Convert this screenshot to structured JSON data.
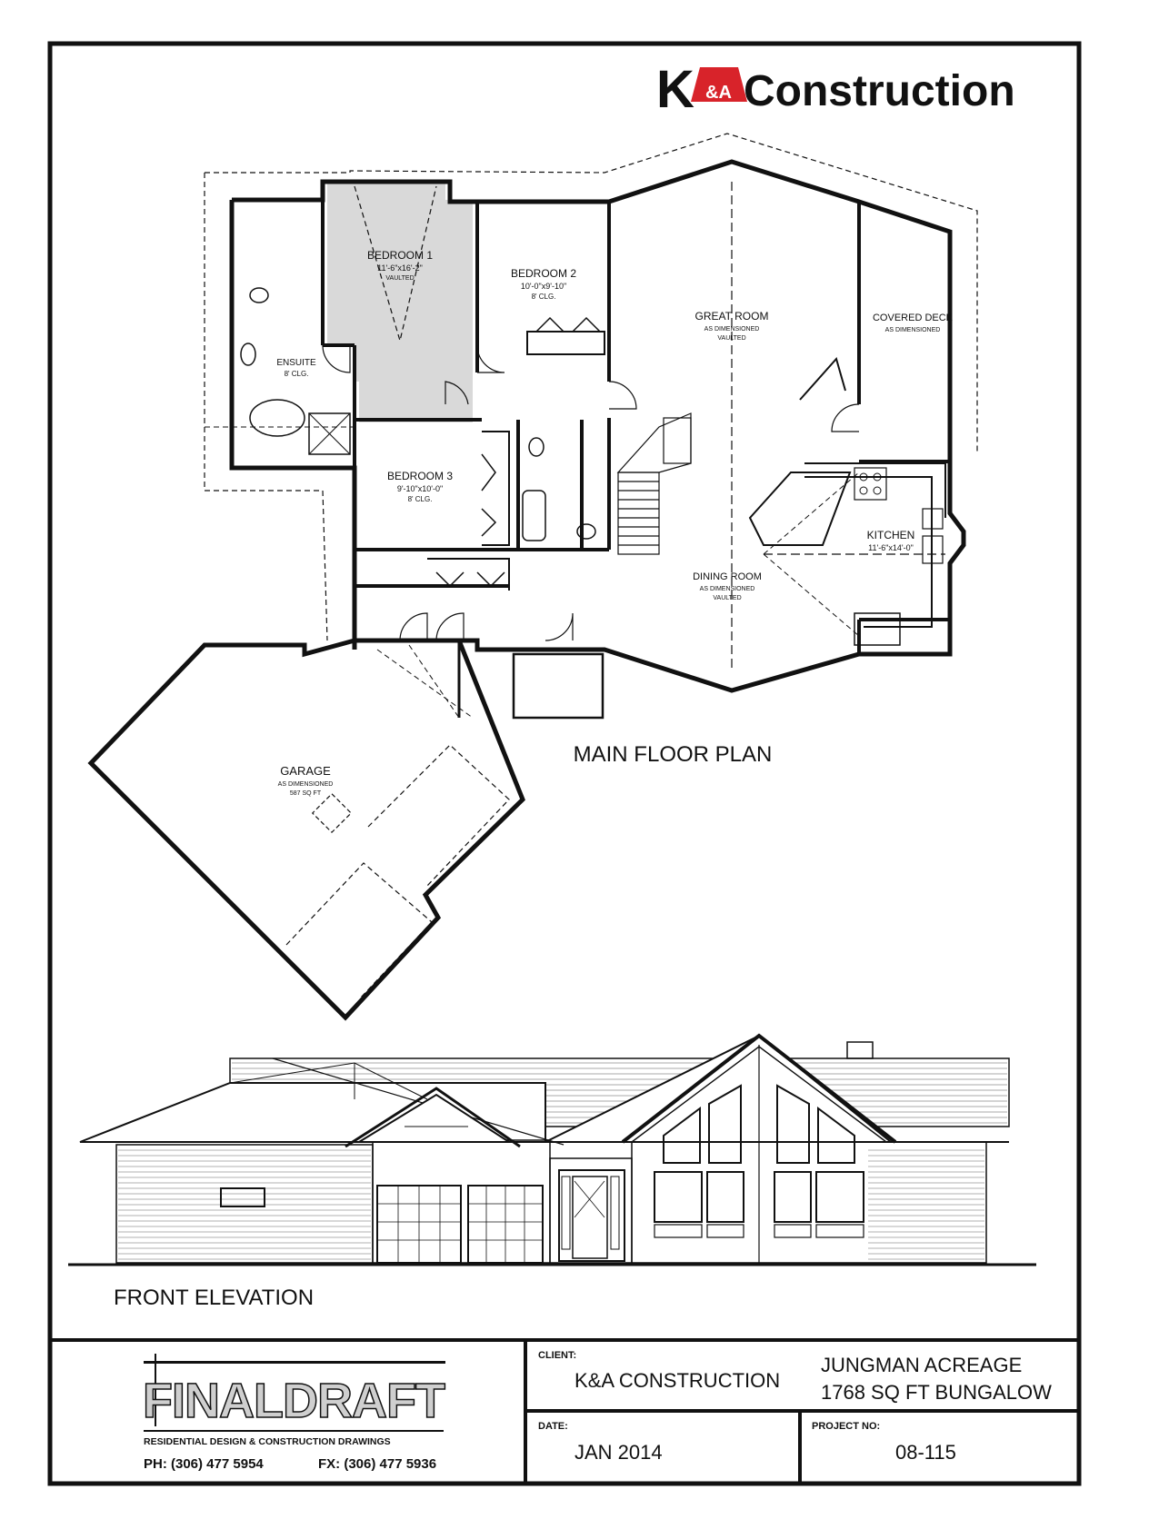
{
  "brand": {
    "logo_mark": "&A",
    "logo_k": "K",
    "logo_word": "Construction",
    "colors": {
      "red": "#d8232a",
      "black": "#111111"
    }
  },
  "plan": {
    "title": "MAIN FLOOR PLAN",
    "rooms": {
      "bedroom1": {
        "name": "BEDROOM 1",
        "dims": "11'-6\"x16'-2\"",
        "note": "VAULTED"
      },
      "bedroom2": {
        "name": "BEDROOM 2",
        "dims": "10'-0\"x9'-10\"",
        "note": "8' CLG."
      },
      "bedroom3": {
        "name": "BEDROOM 3",
        "dims": "9'-10\"x10'-0\"",
        "note": "8' CLG."
      },
      "ensuite": {
        "name": "ENSUITE",
        "note": "8' CLG."
      },
      "great_room": {
        "name": "GREAT ROOM",
        "dims": "AS DIMENSIONED",
        "note": "VAULTED"
      },
      "covered_deck": {
        "name": "COVERED DECK",
        "dims": "AS DIMENSIONED"
      },
      "kitchen": {
        "name": "KITCHEN",
        "dims": "11'-6\"x14'-0\""
      },
      "dining_room": {
        "name": "DINING ROOM",
        "dims": "AS DIMENSIONED",
        "note": "VAULTED"
      },
      "garage": {
        "name": "GARAGE",
        "dims": "AS DIMENSIONED",
        "note": "587 SQ FT"
      }
    }
  },
  "elevation": {
    "title": "FRONT ELEVATION"
  },
  "title_block": {
    "firm_name": "FINALDRAFT",
    "firm_tagline": "RESIDENTIAL DESIGN & CONSTRUCTION DRAWINGS",
    "phone": "PH: (306) 477 5954",
    "fax": "FX: (306) 477 5936",
    "client_label": "CLIENT:",
    "client_value": "K&A CONSTRUCTION",
    "project_line1": "JUNGMAN ACREAGE",
    "project_line2": "1768 SQ FT BUNGALOW",
    "date_label": "DATE:",
    "date_value": "JAN 2014",
    "project_no_label": "PROJECT NO:",
    "project_no_value": "08-115"
  }
}
